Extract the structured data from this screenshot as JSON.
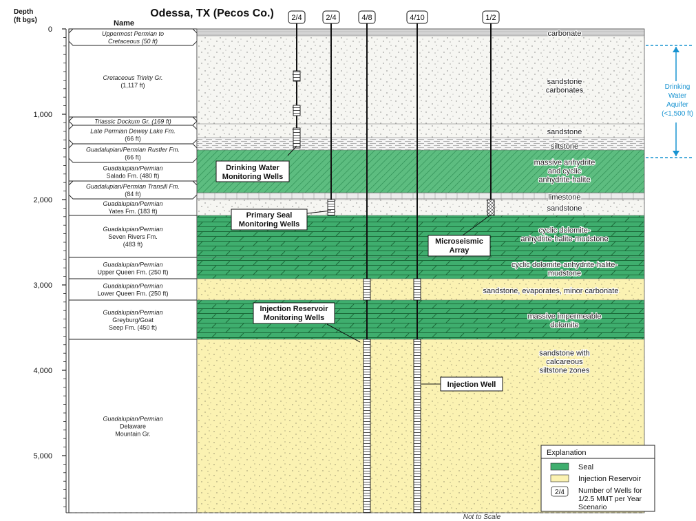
{
  "title": "Odessa, TX (Pecos Co.)",
  "axis": {
    "label_line1": "Depth",
    "label_line2": "(ft bgs)",
    "ticks": [
      "0",
      "1,000",
      "2,000",
      "3,000",
      "4,000",
      "5,000"
    ],
    "tick_values": [
      0,
      1000,
      2000,
      3000,
      4000,
      5000
    ]
  },
  "names_header": "Name",
  "formations": [
    {
      "l1": "Uppermost Permian to",
      "l2": "Cretaceous (50 ft)",
      "l2_italic": true
    },
    {
      "l1": "Cretaceous Trinity Gr.",
      "l2": "(1,117 ft)"
    },
    {
      "l1": "Triassic Dockum Gr. (169 ft)"
    },
    {
      "l1": "Late Permian Dewey Lake Fm.",
      "l2": "(66 ft)"
    },
    {
      "l1": "Guadalupian/Permian Rustler Fm.",
      "l2": "(66 ft)"
    },
    {
      "l1": "Guadalupian/Permian",
      "l2": "Salado Fm. (480 ft)"
    },
    {
      "l1": "Guadalupian/Permian Transill Fm.",
      "l2": "(84 ft)"
    },
    {
      "l1": "Guadalupian/Permian",
      "l2": "Yates Fm. (183 ft)"
    },
    {
      "l1": "Guadalupian/Permian",
      "l2": "Seven Rivers Fm.",
      "l3": "(483 ft)"
    },
    {
      "l1": "Guadalupian/Permian",
      "l2": "Upper Queen Fm. (250 ft)"
    },
    {
      "l1": "Guadalupian/Permian",
      "l2": "Lower Queen Fm. (250 ft)"
    },
    {
      "l1": "Guadalupian/Permian",
      "l2": "Greyburg/Goat",
      "l3": "Seep Fm. (450 ft)"
    },
    {
      "l1": "Guadalupian/Permian",
      "l2": "Delaware",
      "l3": "Mountain Gr."
    }
  ],
  "lithology": [
    {
      "l1": "carbonate"
    },
    {
      "l1": "sandstone",
      "l2": "carbonates"
    },
    {
      "l1": "sandstone"
    },
    {
      "l1": "siltstone"
    },
    {
      "l1": "massive anhydrite",
      "l2": "and cyclic",
      "l3": "anhydrite-halite"
    },
    {
      "l1": "limestone"
    },
    {
      "l1": "sandstone"
    },
    {
      "l1": "cyclic dolomite-",
      "l2": "anhydrite-halite-mudstone"
    },
    {
      "l1": "cyclic dolomite-anhydrite-halite-",
      "l2": "mudstone"
    },
    {
      "l1": "sandstone, evaporates, minor carbonate"
    },
    {
      "l1": "massive impermeable",
      "l2": "dolomite"
    },
    {
      "l1": "sandstone with",
      "l2": "calcareous",
      "l3": "siltstone zones"
    }
  ],
  "wells": [
    {
      "count": "2/4"
    },
    {
      "count": "2/4"
    },
    {
      "count": "4/8"
    },
    {
      "count": "4/10"
    },
    {
      "count": "1/2"
    }
  ],
  "callouts": {
    "drinking_water_wells": [
      "Drinking Water",
      "Monitoring Wells"
    ],
    "primary_seal_wells": [
      "Primary Seal",
      "Monitoring Wells"
    ],
    "microseismic": [
      "Microseismic",
      "Array"
    ],
    "injection_reservoir_wells": [
      "Injection Reservoir",
      "Monitoring Wells"
    ],
    "injection_well": "Injection Well"
  },
  "aquifer": [
    "Drinking",
    "Water",
    "Aquifer",
    "(<1,500 ft)"
  ],
  "not_to_scale": "Not to Scale",
  "legend": {
    "title": "Explanation",
    "seal": "Seal",
    "reservoir": "Injection Reservoir",
    "wells_symbol": "2/4",
    "wells_text": [
      "Number of Wells for",
      "1/2.5 MMT per Year",
      "Scenario"
    ]
  },
  "colors": {
    "seal": "#3fae6e",
    "reservoir": "#fbf2b2",
    "sandstone": "#f7f7f4",
    "carbonate": "#cfcfcf",
    "aquifer": "#1793d1"
  }
}
